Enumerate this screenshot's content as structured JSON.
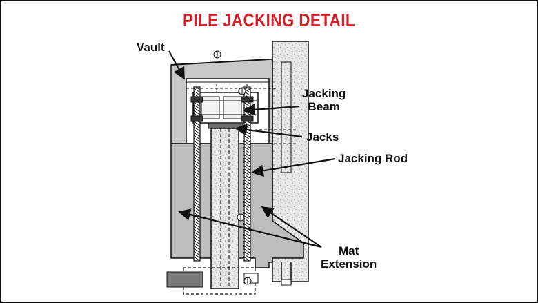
{
  "title": "PILE JACKING DETAIL",
  "colors": {
    "title": "#d61f26",
    "vault_fill": "#c9c9c9",
    "mat_fill": "#bdbdbd",
    "wall_fill": "#e6e6e6",
    "line": "#111111",
    "background": "#ffffff"
  },
  "labels": {
    "vault": "Vault",
    "jacking_beam_line1": "Jacking",
    "jacking_beam_line2": "Beam",
    "jacks": "Jacks",
    "jacking_rod": "Jacking Rod",
    "mat_extension_line1": "Mat",
    "mat_extension_line2": "Extension"
  }
}
